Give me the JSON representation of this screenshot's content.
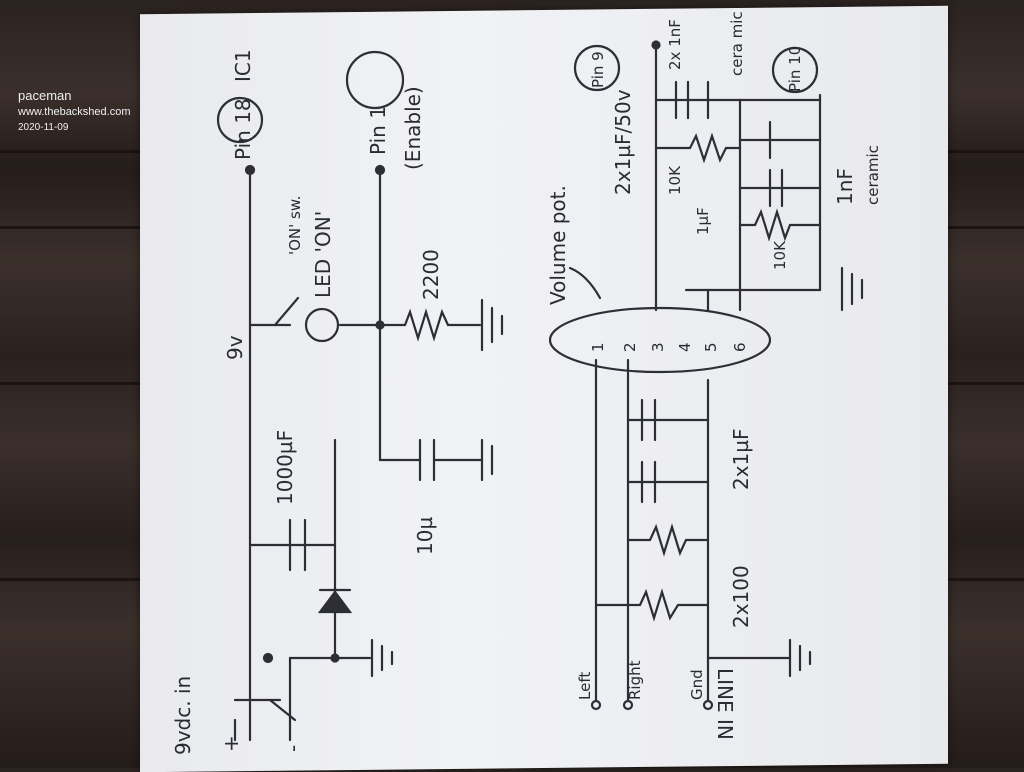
{
  "watermark": {
    "author": "paceman",
    "site": "www.thebackshed.com",
    "date": "2020-11-09"
  },
  "schematic": {
    "power_in": "9vdc. in",
    "plus": "+",
    "minus": "-",
    "cap_1000": "1000µF",
    "rail_9v": "9v",
    "pin18": "Pin 18",
    "ic1": "IC1",
    "pin1": "Pin 1",
    "enable": "(Enable)",
    "on_sw": "'ON' sw.",
    "led_on": "LED 'ON'",
    "res_2200": "2200",
    "cap_10": "10µ",
    "volume_pot": "Volume pot.",
    "pot_pins": [
      "1",
      "2",
      "3",
      "4",
      "5",
      "6"
    ],
    "cap_2x1_50v": "2x1µF/50v",
    "res_10k_a": "10K",
    "res_10k_b": "10K",
    "cap_1u": "1µF",
    "cap_2x1nf": "2x 1nF",
    "ceramic_a": "cera mic",
    "cap_1nf": "1nF",
    "ceramic_b": "ceramic",
    "pin9": "Pin 9",
    "pin10": "Pin 10",
    "cap_2x1u": "2x1µF",
    "res_2x100": "2x100",
    "left": "Left",
    "right": "Right",
    "gnd": "Gnd",
    "line_in": "LINE IN"
  }
}
